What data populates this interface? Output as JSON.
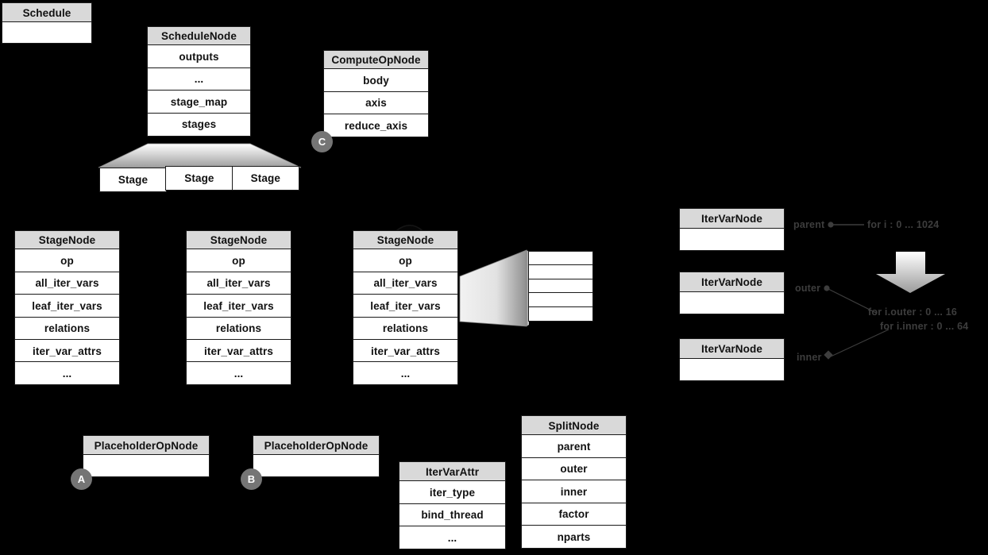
{
  "diagram": {
    "title": "TVM Schedule data structure diagram",
    "background": "#000000",
    "header_fill": "#d9d9d9",
    "body_fill": "#ffffff",
    "badge_fill": "#757575",
    "label_color": "#3d3d3d"
  },
  "nodes": {
    "schedule": {
      "header": "Schedule",
      "rows": [
        ""
      ]
    },
    "schedule_node": {
      "header": "ScheduleNode",
      "rows": [
        "outputs",
        "...",
        "stage_map",
        "stages"
      ]
    },
    "compute_op_node": {
      "header": "ComputeOpNode",
      "rows": [
        "body",
        "axis",
        "reduce_axis"
      ]
    },
    "stage_list": {
      "cells": [
        "Stage",
        "Stage",
        "Stage"
      ]
    },
    "stage_node_a": {
      "header": "StageNode",
      "rows": [
        "op",
        "all_iter_vars",
        "leaf_iter_vars",
        "relations",
        "iter_var_attrs",
        "..."
      ]
    },
    "stage_node_b": {
      "header": "StageNode",
      "rows": [
        "op",
        "all_iter_vars",
        "leaf_iter_vars",
        "relations",
        "iter_var_attrs",
        "..."
      ]
    },
    "stage_node_c": {
      "header": "StageNode",
      "rows": [
        "op",
        "all_iter_vars",
        "leaf_iter_vars",
        "relations",
        "iter_var_attrs",
        "..."
      ]
    },
    "relation_list": {
      "rows": [
        "",
        "",
        "",
        "",
        ""
      ]
    },
    "iter_var_node_parent": {
      "header": "IterVarNode",
      "rows": [
        ""
      ]
    },
    "iter_var_node_outer": {
      "header": "IterVarNode",
      "rows": [
        ""
      ]
    },
    "iter_var_node_inner": {
      "header": "IterVarNode",
      "rows": [
        ""
      ]
    },
    "placeholder_op_node_a": {
      "header": "PlaceholderOpNode",
      "rows": [
        ""
      ]
    },
    "placeholder_op_node_b": {
      "header": "PlaceholderOpNode",
      "rows": [
        ""
      ]
    },
    "iter_var_attr": {
      "header": "IterVarAttr",
      "rows": [
        "iter_type",
        "bind_thread",
        "..."
      ]
    },
    "split_node": {
      "header": "SplitNode",
      "rows": [
        "parent",
        "outer",
        "inner",
        "factor",
        "nparts"
      ]
    }
  },
  "badges": [
    {
      "id": "a",
      "label": "A"
    },
    {
      "id": "b",
      "label": "B"
    },
    {
      "id": "c",
      "label": "C"
    }
  ],
  "labels": {
    "parent": "parent",
    "outer": "outer",
    "inner": "inner",
    "loop_parent": "for i : 0 ... 1024",
    "loop_outer": "for i.outer : 0 ... 16",
    "loop_inner": "for i.inner : 0 ... 64"
  }
}
